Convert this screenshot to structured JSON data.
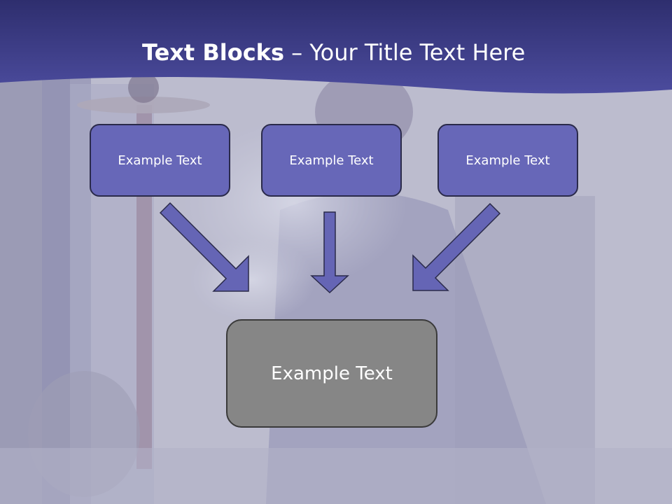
{
  "title": {
    "bold": "Text Blocks",
    "rest": " – Your Title Text Here"
  },
  "blocks": [
    {
      "label": "Example Text"
    },
    {
      "label": "Example Text"
    },
    {
      "label": "Example Text"
    }
  ],
  "result": {
    "label": "Example Text"
  },
  "colors": {
    "header": "#3f3f8f",
    "block_fill": "#6767b8",
    "block_border": "#2a2a4a",
    "arrow_fill": "#6565b5",
    "result_fill": "#868686"
  }
}
